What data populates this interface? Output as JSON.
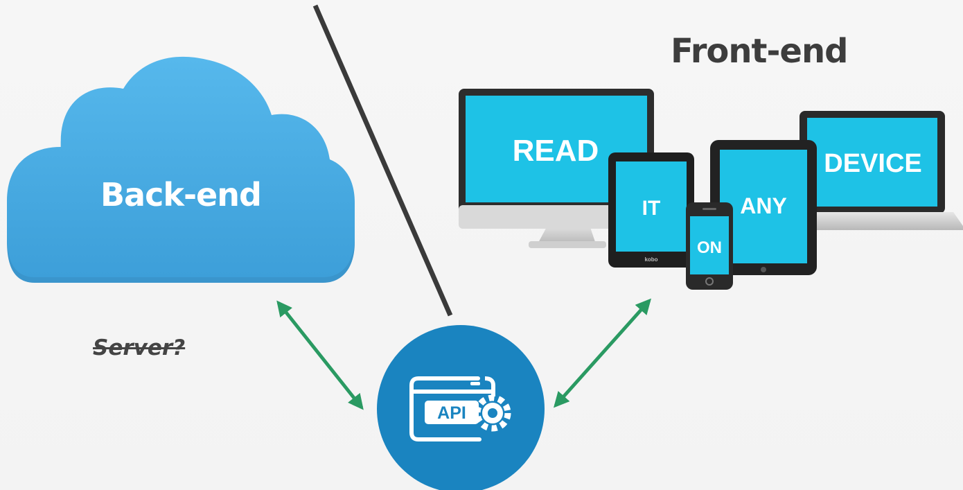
{
  "diagram": {
    "frontend_title": "Front-end",
    "backend_label": "Back-end",
    "server_label": "Server?",
    "api_label": "API",
    "device_words": {
      "monitor": "READ",
      "tablet": "IT",
      "phone": "ON",
      "ipad": "ANY",
      "laptop": "DEVICE"
    },
    "ereader_brand": "kobo"
  },
  "colors": {
    "cloud": "#4aaee4",
    "api_circle": "#1a84c0",
    "arrow": "#2a9a62",
    "screen": "#1ec2e6",
    "divider": "#3a3a3a"
  }
}
